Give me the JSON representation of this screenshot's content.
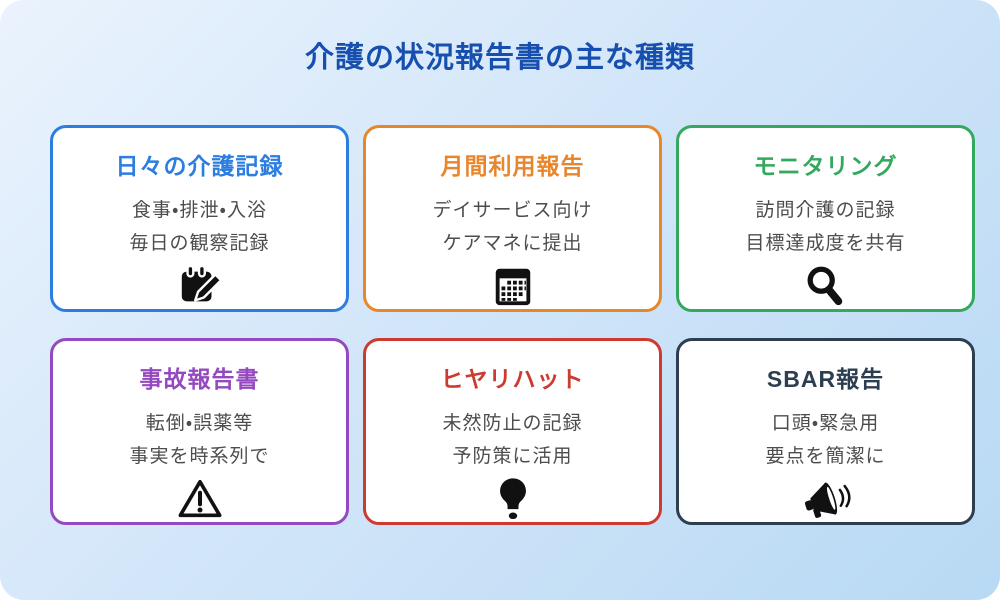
{
  "page": {
    "title": "介護の状況報告書の主な種類"
  },
  "colors": {
    "background_start": "#eaf3fd",
    "background_end": "#b8d9f4",
    "title_text": "#164fae",
    "card_background": "#ffffff",
    "body_text": "#4d4d4d",
    "icon": "#111111"
  },
  "cards": [
    {
      "title": "日々の介護記録",
      "accent_color": "#2b7de0",
      "lines": [
        "食事・排泄・入浴",
        "毎日の観察記録"
      ],
      "icon": "memo-pen-icon"
    },
    {
      "title": "月間利用報告",
      "accent_color": "#e8862b",
      "lines": [
        "デイサービス向け",
        "ケアマネに提出"
      ],
      "icon": "calendar-icon"
    },
    {
      "title": "モニタリング",
      "accent_color": "#34a85e",
      "lines": [
        "訪問介護の記録",
        "目標達成度を共有"
      ],
      "icon": "magnifier-icon"
    },
    {
      "title": "事故報告書",
      "accent_color": "#9549c0",
      "lines": [
        "転倒・誤薬等",
        "事実を時系列で"
      ],
      "icon": "warning-triangle-icon"
    },
    {
      "title": "ヒヤリハット",
      "accent_color": "#cc3a31",
      "lines": [
        "未然防止の記録",
        "予防策に活用"
      ],
      "icon": "lightbulb-icon"
    },
    {
      "title": "SBAR報告",
      "accent_color": "#2c3e50",
      "lines": [
        "口頭・緊急用",
        "要点を簡潔に"
      ],
      "icon": "megaphone-icon"
    }
  ]
}
